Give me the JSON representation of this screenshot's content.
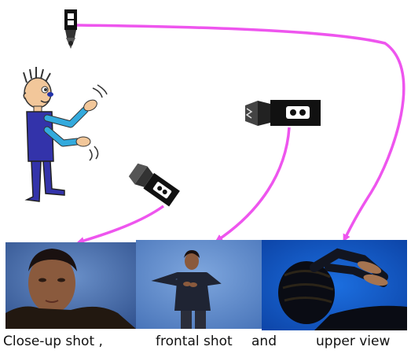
{
  "captions": {
    "closeup": "Close-up shot ,",
    "frontal": "frontal shot",
    "and": "and",
    "upper": "upper view"
  },
  "colors": {
    "arrow": "#ee55ee",
    "photo_bg": "#4477cc",
    "camera": "#111111",
    "person_shirt": "#3333aa",
    "person_arms": "#33aadd",
    "skin": "#f2c79a"
  },
  "icons": [
    "overhead-camera-icon",
    "frontal-camera-icon",
    "closeup-camera-icon",
    "signer-cartoon-icon"
  ]
}
